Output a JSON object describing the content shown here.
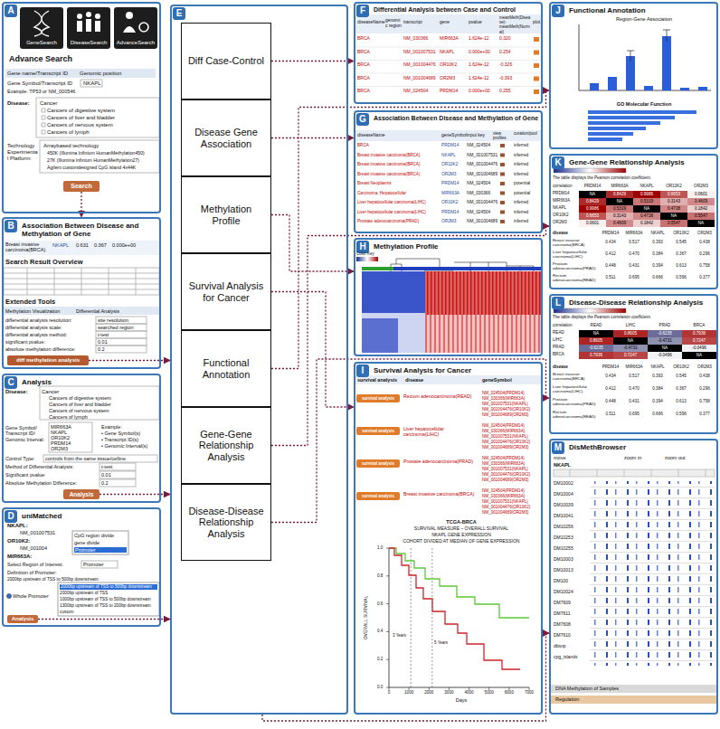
{
  "diagram": {
    "nodes": [
      {
        "text": [
          "A",
          "Advance Search"
        ]
      },
      {
        "text": [
          "GeneSearch"
        ],
        "in": 0
      },
      {
        "text": [
          "DiseaseSearch"
        ],
        "in": 0
      },
      {
        "text": [
          "AdvanceSearch"
        ],
        "in": 0
      },
      {
        "text": [
          "B",
          "Association Between Disease and Methylation of Gene"
        ]
      },
      {
        "text": [
          "C",
          "Analysis"
        ]
      },
      {
        "text": [
          "D",
          "uniMatched"
        ]
      },
      {
        "text": [
          "E"
        ]
      },
      {
        "text": [
          "Diff Case-Control"
        ],
        "in": 7
      },
      {
        "text": [
          "Disease Gene Association"
        ],
        "in": 7
      },
      {
        "text": [
          "Methylation Profile"
        ],
        "in": 7
      },
      {
        "text": [
          "Survival Analysis for Cancer"
        ],
        "in": 7
      },
      {
        "text": [
          "Functional Annotation"
        ],
        "in": 7
      },
      {
        "text": [
          "Gene-Gene Relationship Analysis"
        ],
        "in": 7
      },
      {
        "text": [
          "Disease-Disease Relationship Analysis"
        ],
        "in": 7
      },
      {
        "text": [
          "F",
          "Differential Analysis between Case and Control"
        ]
      },
      {
        "text": [
          "G",
          "Association Between Disease and Methylation of Gene"
        ]
      },
      {
        "text": [
          "H",
          "Methylation Profile"
        ]
      },
      {
        "text": [
          "I",
          "Survival Analysis for Cancer"
        ]
      },
      {
        "text": [
          "J",
          "Functional Annotation"
        ]
      },
      {
        "text": [
          "K",
          "Gene-Gene Relationship Analysis"
        ]
      },
      {
        "text": [
          "L",
          "Disease-Disease Relationship Analysis"
        ]
      },
      {
        "text": [
          "M",
          "DisMethBrowser"
        ]
      },
      {
        "text": [
          "Search"
        ],
        "in": 0
      },
      {
        "text": [
          "diff methylation analysis"
        ],
        "in": 4
      },
      {
        "text": [
          "Analysis"
        ],
        "in": 5
      },
      {
        "text": [
          "Analysis"
        ],
        "in": 6
      },
      {
        "text": [
          "survival analysis"
        ],
        "in": 18
      },
      {
        "text": [
          "survival analysis"
        ],
        "in": 18
      },
      {
        "text": [
          "survival analysis"
        ],
        "in": 18
      },
      {
        "text": [
          "survival analysis"
        ],
        "in": 18
      }
    ],
    "edges": [
      {
        "from": 23,
        "to": 4,
        "arrow": "to"
      },
      {
        "from": 24,
        "to": 7,
        "arrow": "to"
      },
      {
        "from": 25,
        "to": 7,
        "arrow": "to"
      },
      {
        "from": 26,
        "to": 7,
        "arrow": "to"
      },
      {
        "from": 8,
        "to": 15,
        "arrow": "to"
      },
      {
        "from": 9,
        "to": 16,
        "arrow": "to"
      },
      {
        "from": 10,
        "to": 17,
        "arrow": "to"
      },
      {
        "from": 11,
        "to": 18,
        "arrow": "to"
      },
      {
        "from": 12,
        "to": 19,
        "arrow": "to"
      },
      {
        "from": 13,
        "to": 20,
        "arrow": "to"
      },
      {
        "from": 14,
        "to": 21,
        "arrow": "to"
      },
      {
        "from": 7,
        "to": 22,
        "arrow": "to"
      }
    ],
    "labels": [
      "Gene name/Transcript ID",
      "Genomic position",
      "Gene Symbol/Transcript ID",
      "NKAPL",
      "Example: TP53 or NM_000546",
      "Disease:",
      "Cancer",
      "Cancers of digestive system",
      "Cancers of liver and bladder",
      "Cancers of nervous system",
      "Cancers of lymph",
      "Technology Experimental Platform:",
      "Arraybased technology",
      "450K (Illumina Infinium HumanMethylation450)",
      "27K (Illumina Infinium HumanMethylation27)",
      "Agilent customdesigned CpG island 4x44K",
      "Breast invasive carcinoma(BRCA)",
      "NKAPL",
      "0.631",
      "0.367",
      "0.000e+00",
      "Search Result Overview",
      "Extended Tools",
      "Methylation Visualization",
      "Differential Analysis",
      "differential analysis resolution:",
      "site resolution",
      "differential analysis scale:",
      "searched region",
      "differential analysis method:",
      "t-test",
      "significant pvalue:",
      "0.01",
      "absolute methylation difference:",
      "0.2",
      "Disease:",
      "Cancer",
      "Cancers of digestive system",
      "Cancers of liver and bladder",
      "Cancers of nervous system",
      "Cancers of lymph",
      "Gene Symbol/ Transcript ID/ Genomic Interval:",
      "MIR663A",
      "NKAPL",
      "OR10K2",
      "PRDM14",
      "OR2M3",
      "Example:",
      "• Gene Symbol(s)",
      "• Transcript ID(s)",
      "• Genomic Interval(s)",
      "Control Type:",
      "controls from the same tissue/celline",
      "Method of Differential Analysis:",
      "t-test",
      "Significant pvalue:",
      "0.01",
      "Absolute Methylation Difference:",
      "0.2",
      "NKAPL:",
      "NM_001007531",
      "OR10K2:",
      "NM_001004",
      "MIR663A:",
      "CpG region divide",
      "gene divide",
      "Promoter",
      "Select Region of Interest:",
      "Promoter",
      "Definition of Promoter:",
      "2000bp upstream of TSS to 500bp downstream",
      "2000bp upstream of TSS to 500bp downstream",
      "2000bp upstream of TSS",
      "1000bp upstream of TSS to 500bp downstream",
      "1300bp upstream of TSS to 200bp downstream",
      "custom",
      "Whole Promoter",
      "diseaseName",
      "genomic region",
      "transcript",
      "gene",
      "pvalue",
      "meanMeth(Disease)-meanMeth(Normal)",
      "plot",
      "BRCA",
      "NM_030366",
      "MIR663A",
      "1.624e-12",
      "0.320",
      "BRCA",
      "NM_001007531",
      "NKAPL",
      "0.000e+00",
      "0.254",
      "BRCA",
      "NM_001004476",
      "OR10K2",
      "1.624e-12",
      "-0.326",
      "BRCA",
      "NM_001004689",
      "OR2M3",
      "1.624e-12",
      "-0.393",
      "BRCA",
      "NM_024504",
      "PRDM14",
      "0.000e+00",
      "0.255",
      "diseaseName",
      "geneSymbol",
      "input key",
      "view profiles",
      "curation/pool",
      "BRCA",
      "PRDM14",
      "NM_024504",
      "inferred",
      "Breast invasive carcinoma(BRCA)",
      "NKAPL",
      "NM_001007531",
      "inferred",
      "Breast invasive carcinoma(BRCA)",
      "OR10K2",
      "NM_001004476",
      "inferred",
      "Breast invasive carcinoma(BRCA)",
      "OR2M3",
      "NM_001004689",
      "inferred",
      "Breast Neoplasms",
      "PRDM14",
      "NM_024504",
      "potential",
      "Carcinoma, Hepatocellular",
      "MIR663A",
      "NM_030366",
      "potential",
      "Liver hepatocellular carcinoma(LIHC)",
      "OR10K2",
      "NM_001004476",
      "inferred",
      "Liver hepatocellular carcinoma(LIHC)",
      "PRDM14",
      "NM_024504",
      "inferred",
      "Prostate adenocarcinoma(PRAD)",
      "OR2M3",
      "NM_001004689",
      "inferred",
      "Color Key",
      "survival analysis",
      "disease",
      "geneSymbol",
      "Rectum adenocarcinoma(READ)",
      "NM_024504(PRDM14)",
      "NM_030366(MIR663A)",
      "NM_001007531(NKAPL)",
      "NM_001004476(OR10K2)",
      "NM_001004689(OR2M3)",
      "Liver hepatocellular carcinoma(LIHC)",
      "NM_024504(PRDM14)",
      "NM_030366(MIR663A)",
      "NM_001007531(NKAPL)",
      "NM_001004476(OR10K2)",
      "NM_001004689(OR2M3)",
      "Prostate adenocarcinoma(PRAD)",
      "NM_024504(PRDM14)",
      "NM_030366(MIR663A)",
      "NM_001007531(NKAPL)",
      "NM_001004476(OR10K2)",
      "NM_001004689(OR2M3)",
      "Breast invasive carcinoma(BRCA)",
      "NM_024504(PRDM14)",
      "NM_030366(MIR663A)",
      "NM_001007531(NKAPL)",
      "NM_001004476(OR10K2)",
      "NM_001004689(OR2M3)",
      "TCGA-BRCA",
      "SURVIVAL MEASURE – OVERALL SURVIVAL",
      "NKAPL GENE EXPRESSION",
      "COHORT DIVIDED AT MEDIAN OF GENE EXPRESSION",
      "0.0",
      "0.2",
      "0.4",
      "0.6",
      "0.8",
      "1.0",
      "0",
      "1000",
      "2000",
      "3000",
      "4000",
      "5000",
      "6000",
      "7000",
      "Days",
      "OVERALL SURVIVAL",
      "3 Years",
      "5 Years",
      "Region-Gene Association",
      "GO Molecular Function",
      "The table displays the Pearson correlation coefficient.",
      "correlation",
      "PRDM14",
      "MIR663A",
      "NKAPL",
      "OR10K2",
      "OR2M3",
      "PRDM14",
      "NA",
      "0.8429",
      "0.9986",
      "0.6653",
      "0.0601",
      "MIR663A",
      "0.8429",
      "NA",
      "0.5319",
      "0.3143",
      "0.4609",
      "NKAPL",
      "0.9986",
      "0.5319",
      "NA",
      "0.4738",
      "0.1842",
      "OR10K2",
      "0.6653",
      "0.3143",
      "0.4738",
      "NA",
      "0.5547",
      "OR2M3",
      "0.0601",
      "0.4609",
      "0.1842",
      "0.5547",
      "NA",
      "disease",
      "PRDM14",
      "MIR663A",
      "NKAPL",
      "OR10K2",
      "OR2M3",
      "Breast invasive carcinoma(BRCA)",
      "0.434",
      "0.517",
      "0.393",
      "0.545",
      "0.438",
      "Liver hepatocellular carcinoma(LIHC)",
      "0.412",
      "0.470",
      "0.384",
      "0.367",
      "0.296",
      "Prostate adenocarcinoma(PRAD)",
      "0.448",
      "0.431",
      "0.394",
      "0.613",
      "0.758",
      "Rectum adenocarcinoma(READ)",
      "0.511",
      "0.695",
      "0.666",
      "0.596",
      "0.377",
      "The table displays the Pearson correlation coefficient.",
      "correlation",
      "READ",
      "LIHC",
      "PRAD",
      "BRCA",
      "READ",
      "NA",
      "0.8605",
      "-0.6235",
      "0.7936",
      "LIHC",
      "0.8605",
      "NA",
      "-0.4731",
      "0.7247",
      "PRAD",
      "-0.6235",
      "-0.4731",
      "NA",
      "-0.0496",
      "BRCA",
      "0.7936",
      "0.7247",
      "-0.0496",
      "NA",
      "disease",
      "PRDM14",
      "MIR663A",
      "NKAPL",
      "OR10K2",
      "OR2M3",
      "Breast invasive carcinoma(BRCA)",
      "0.434",
      "0.517",
      "0.393",
      "0.545",
      "0.438",
      "Liver hepatocellular carcinoma(LIHC)",
      "0.412",
      "0.470",
      "0.384",
      "0.367",
      "0.296",
      "Prostate adenocarcinoma(PRAD)",
      "0.448",
      "0.431",
      "0.394",
      "0.613",
      "0.758",
      "Rectum adenocarcinoma(READ)",
      "0.511",
      "0.695",
      "0.666",
      "0.596",
      "0.377",
      "move",
      "zoom in",
      "zoom out",
      "NKAPL",
      "DM10002",
      "DM10004",
      "DM10039",
      "DM10041",
      "DM10256",
      "DM10253",
      "DM10255",
      "DM10003",
      "DM10013",
      "DM100",
      "DM10024",
      "DM7609",
      "DM7611",
      "DM7608",
      "DM7610",
      "dbsnp",
      "cpg_islands",
      "DNA Methylation of Samples",
      "Regulation"
    ]
  }
}
